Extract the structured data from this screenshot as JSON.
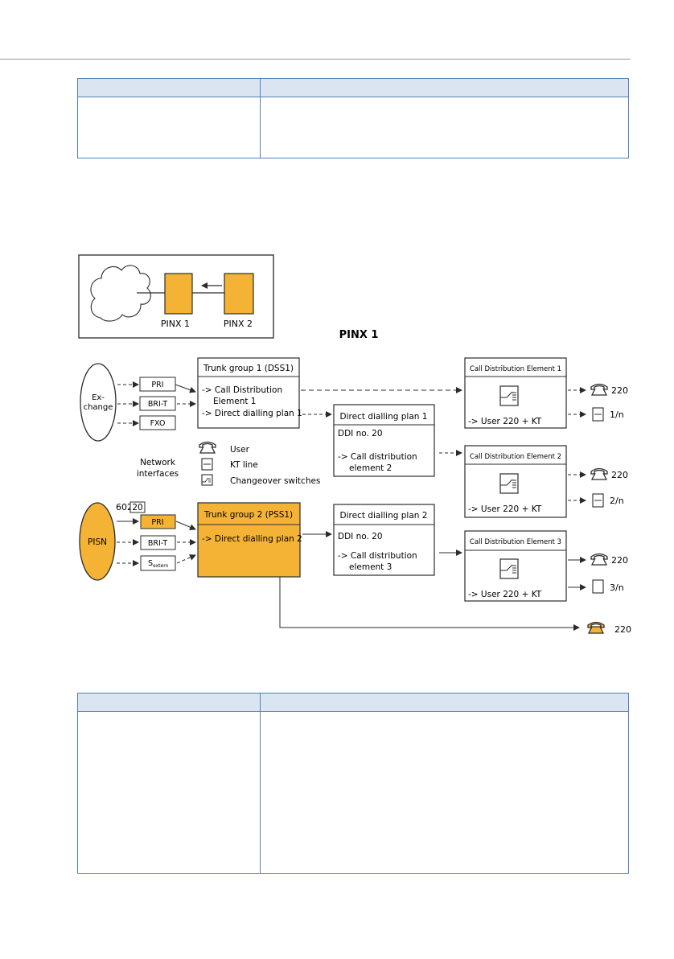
{
  "diagram": {
    "inset": {
      "pinx1": "PINX 1",
      "pinx2": "PINX 2"
    },
    "title": "PINX 1",
    "exchange": {
      "line1": "Ex-",
      "line2": "change"
    },
    "pisn": "PISN",
    "ports_top": [
      "PRI",
      "BRI-T",
      "FXO"
    ],
    "ports_bottom": [
      "PRI",
      "BRI-T"
    ],
    "s_extern": {
      "main": "S",
      "sub": "extern"
    },
    "ddi_prefix": "602",
    "ddi_suffix": "20",
    "trunk1": {
      "title": "Trunk group 1 (DSS1)",
      "line1": "-> Call Distribution",
      "line2": "Element 1",
      "line3": "-> Direct dialling plan 1"
    },
    "trunk2": {
      "title": "Trunk group 2 (PSS1)",
      "line1": "-> Direct dialling plan 2"
    },
    "ddp1": {
      "title": "Direct dialling plan 1",
      "line1": "DDI no. 20",
      "line2": "-> Call distribution",
      "line3": "element 2"
    },
    "ddp2": {
      "title": "Direct dialling plan 2",
      "line1": "DDI no. 20",
      "line2": "-> Call distribution",
      "line3": "element 3"
    },
    "cde": [
      {
        "title": "Call Distribution Element 1",
        "user": "-> User 220 + KT",
        "phone": "220",
        "kt": "1/n"
      },
      {
        "title": "Call Distribution Element 2",
        "user": "-> User 220 + KT",
        "phone": "220",
        "kt": "2/n"
      },
      {
        "title": "Call Distribution Element 3",
        "user": "-> User 220 + KT",
        "phone": "220",
        "kt": "3/n"
      }
    ],
    "legend": {
      "network": "Network",
      "interfaces": "interfaces",
      "user": "User",
      "kt": "KT line",
      "switch": "Changeover switches"
    },
    "bottom_phone": "220",
    "colors": {
      "accent": "#f5b335",
      "line": "#2b2b2b",
      "table_border": "#4f81bd",
      "table_header": "#dbe5f1"
    }
  }
}
